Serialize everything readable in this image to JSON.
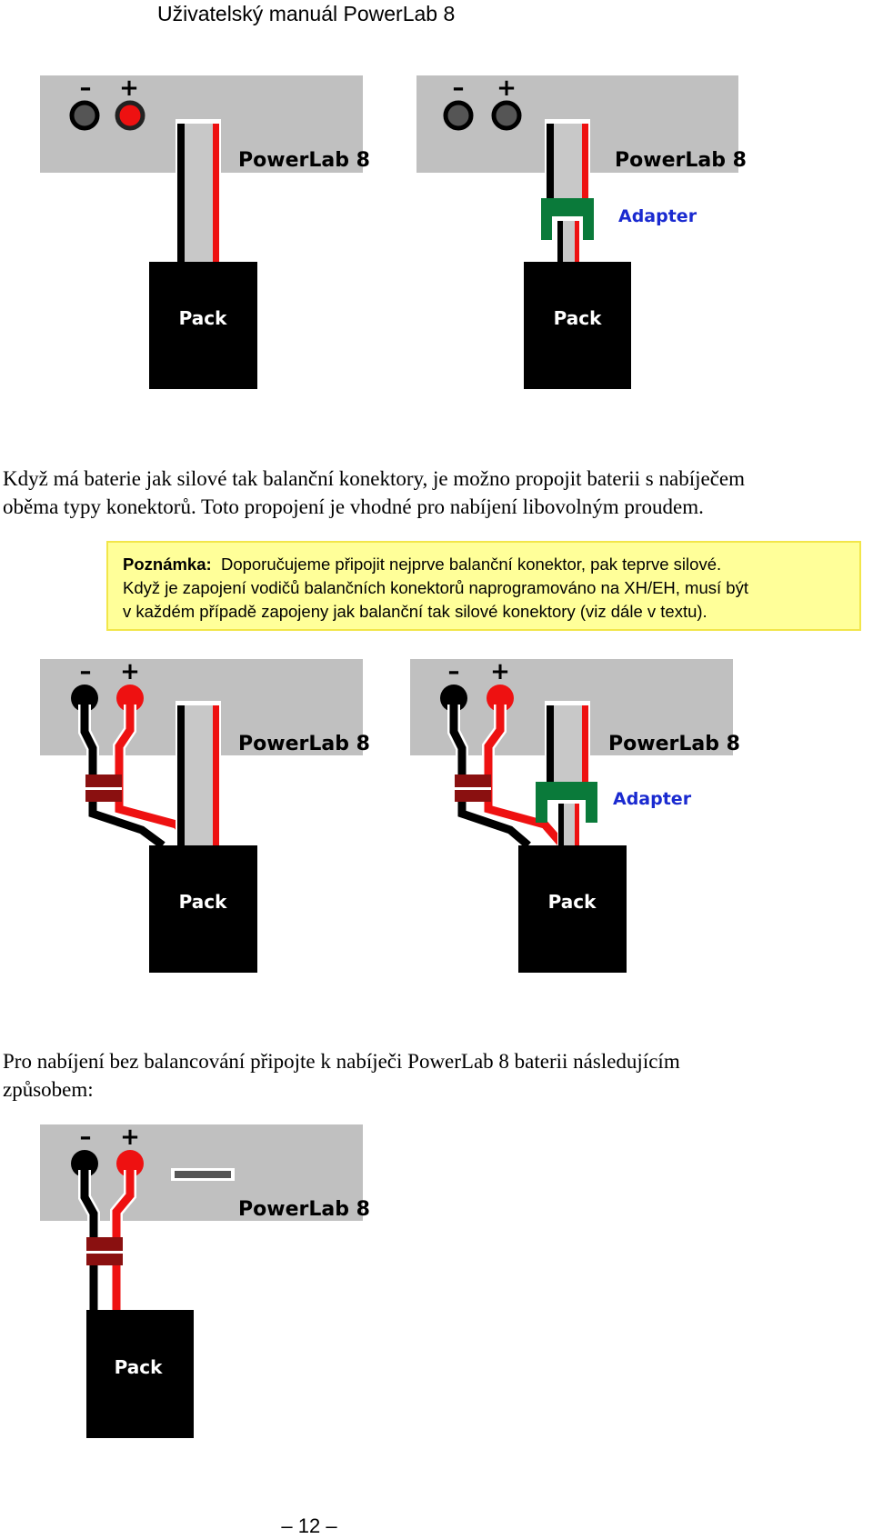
{
  "header": {
    "title": "Uživatelský manuál PowerLab 8"
  },
  "diagram_labels": {
    "minus": "–",
    "plus": "+",
    "device": "PowerLab 8",
    "adapter": "Adapter",
    "pack": "Pack"
  },
  "paragraph1": {
    "lines": [
      "Když má baterie jak silové tak balanční konektory, je možno propojit baterii s nabíječem",
      "oběma typy konektorů. Toto propojení je vhodné pro nabíjení libovolným proudem."
    ]
  },
  "note": {
    "label": "Poznámka:",
    "line1": "Doporučujeme připojit nejprve balanční konektor, pak teprve silové.",
    "line2": "Když je zapojení vodičů balančních konektorů naprogramováno na XH/EH, musí být",
    "line3": "v každém případě zapojeny  jak balanční tak silové konektory (viz dále v textu)."
  },
  "paragraph2": {
    "lines": [
      "Pro nabíjení bez balancování připojte k nabíječi PowerLab 8 baterii následujícím",
      "způsobem:"
    ]
  },
  "footer": {
    "page_number": "– 12 –"
  },
  "colors": {
    "panel": "#c0c0c0",
    "wire_red": "#ee1111",
    "wire_black": "#000000",
    "adapter_green": "#0a7a3a",
    "adapter_text": "#1a2ad0",
    "plug_maroon": "#8a1010",
    "note_bg": "#ffff99"
  }
}
